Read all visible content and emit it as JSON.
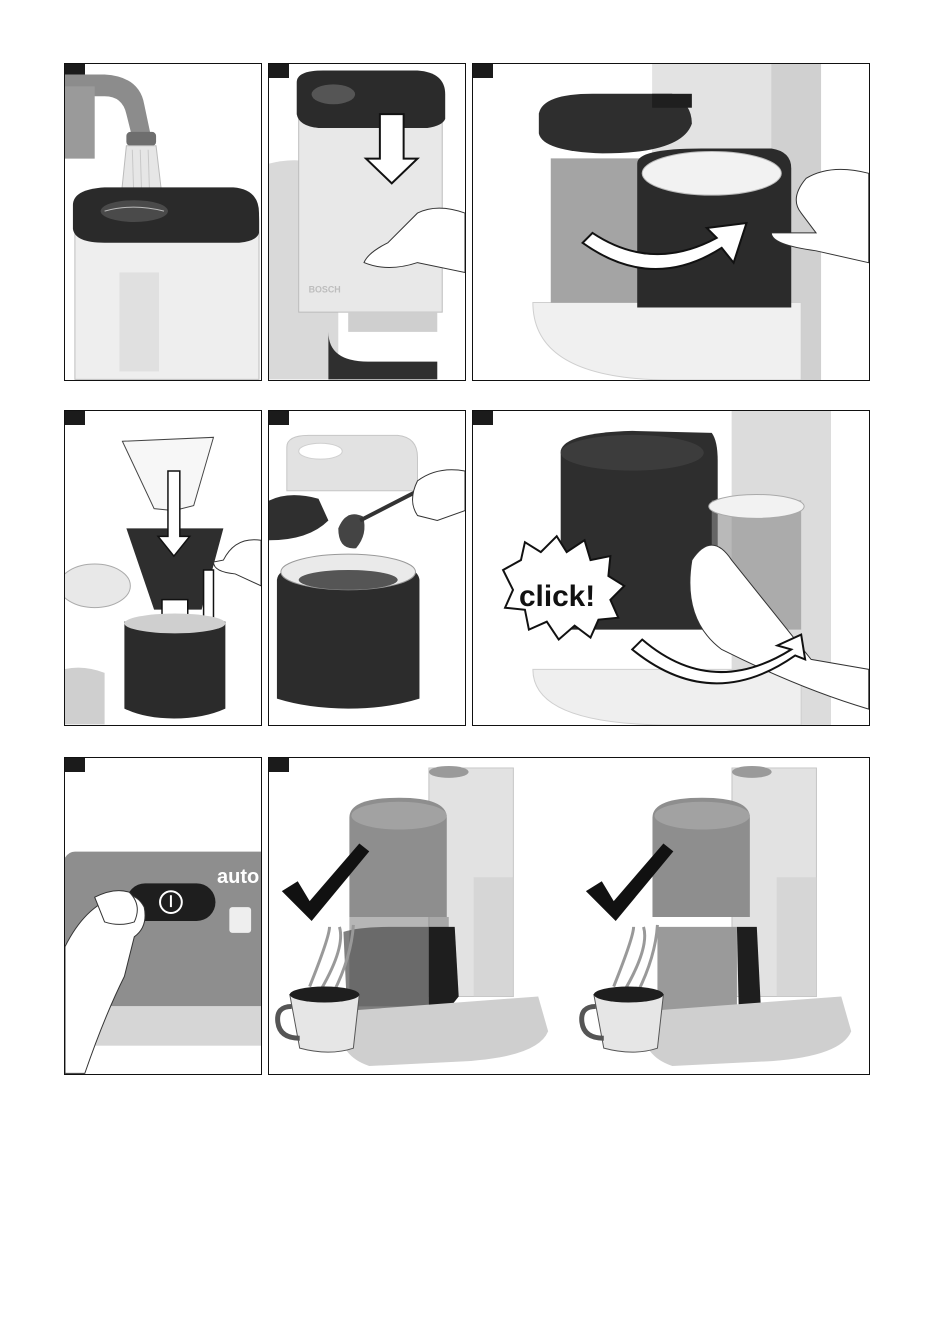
{
  "steps": [
    {
      "panel": "fill-water"
    },
    {
      "panel": "insert-water-tank"
    },
    {
      "panel": "open-filter-holder"
    },
    {
      "panel": "insert-paper-filter"
    },
    {
      "panel": "add-ground-coffee"
    },
    {
      "panel": "close-filter-holder"
    },
    {
      "panel": "press-power-button"
    },
    {
      "panel": "brewing-complete"
    }
  ],
  "labels": {
    "click": "click!",
    "auto": "auto",
    "brand": "BOSCH"
  },
  "colors": {
    "dark": "#2a2a2a",
    "mid": "#8a8a8a",
    "light": "#d4d4d4",
    "pale": "#ececec"
  }
}
